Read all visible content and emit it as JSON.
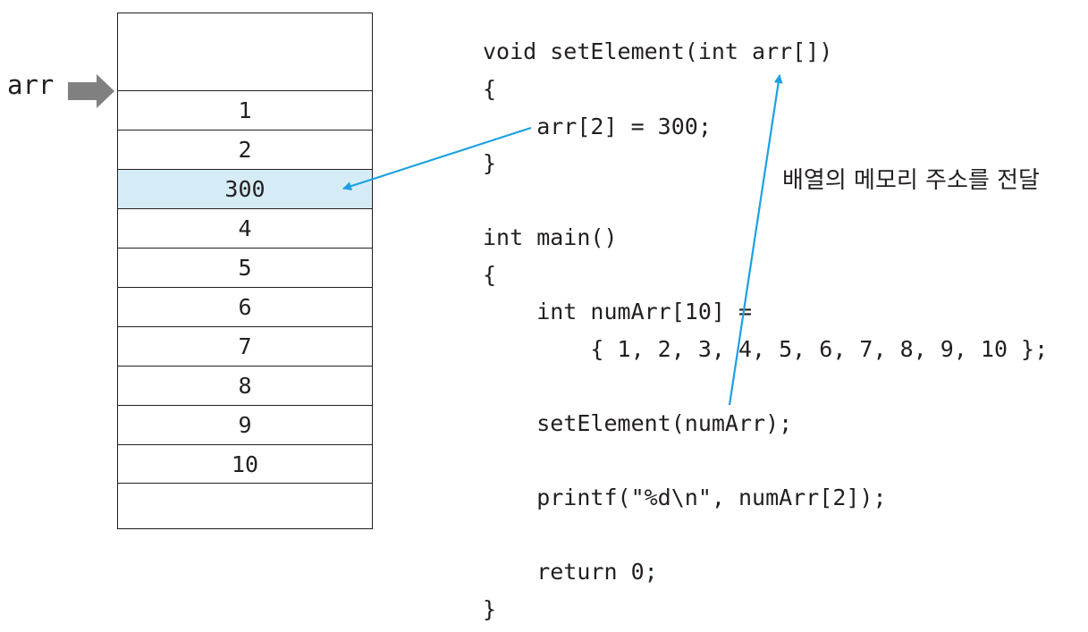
{
  "pointer_label": "arr",
  "memory_cells": [
    "1",
    "2",
    "300",
    "4",
    "5",
    "6",
    "7",
    "8",
    "9",
    "10"
  ],
  "highlighted_cell": "300",
  "code_lines": [
    "void setElement(int arr[])",
    "{",
    "    arr[2] = 300;",
    "}",
    "",
    "int main()",
    "{",
    "    int numArr[10] =",
    "        { 1, 2, 3, 4, 5, 6, 7, 8, 9, 10 };",
    "",
    "    setElement(numArr);",
    "",
    "    printf(\"%d\\n\", numArr[2]);",
    "",
    "    return 0;",
    "}"
  ],
  "annotation": "배열의 메모리 주소를 전달",
  "colors": {
    "arrow": "#1ba1e2",
    "highlight": "#d5ecf7",
    "pointer": "#808080",
    "text": "#231f20"
  }
}
